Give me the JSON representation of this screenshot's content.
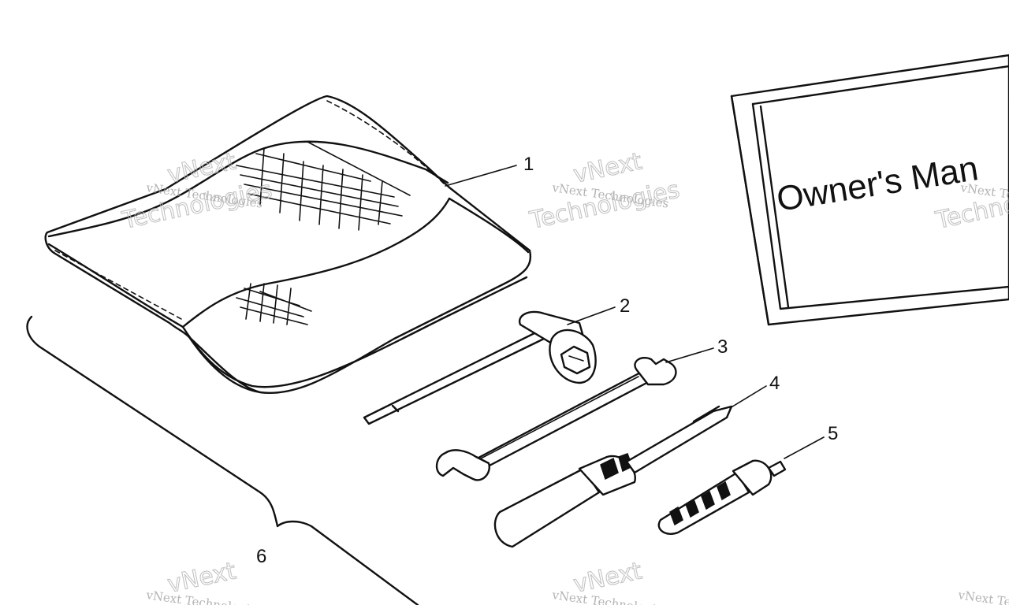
{
  "callouts": {
    "c1": "1",
    "c2": "2",
    "c3": "3",
    "c4": "4",
    "c5": "5",
    "c6": "6"
  },
  "manual": {
    "title": "Owner's Man"
  },
  "watermark": {
    "line1": "vNext Technologies",
    "line2": "vNext",
    "line3": "Technologies"
  }
}
